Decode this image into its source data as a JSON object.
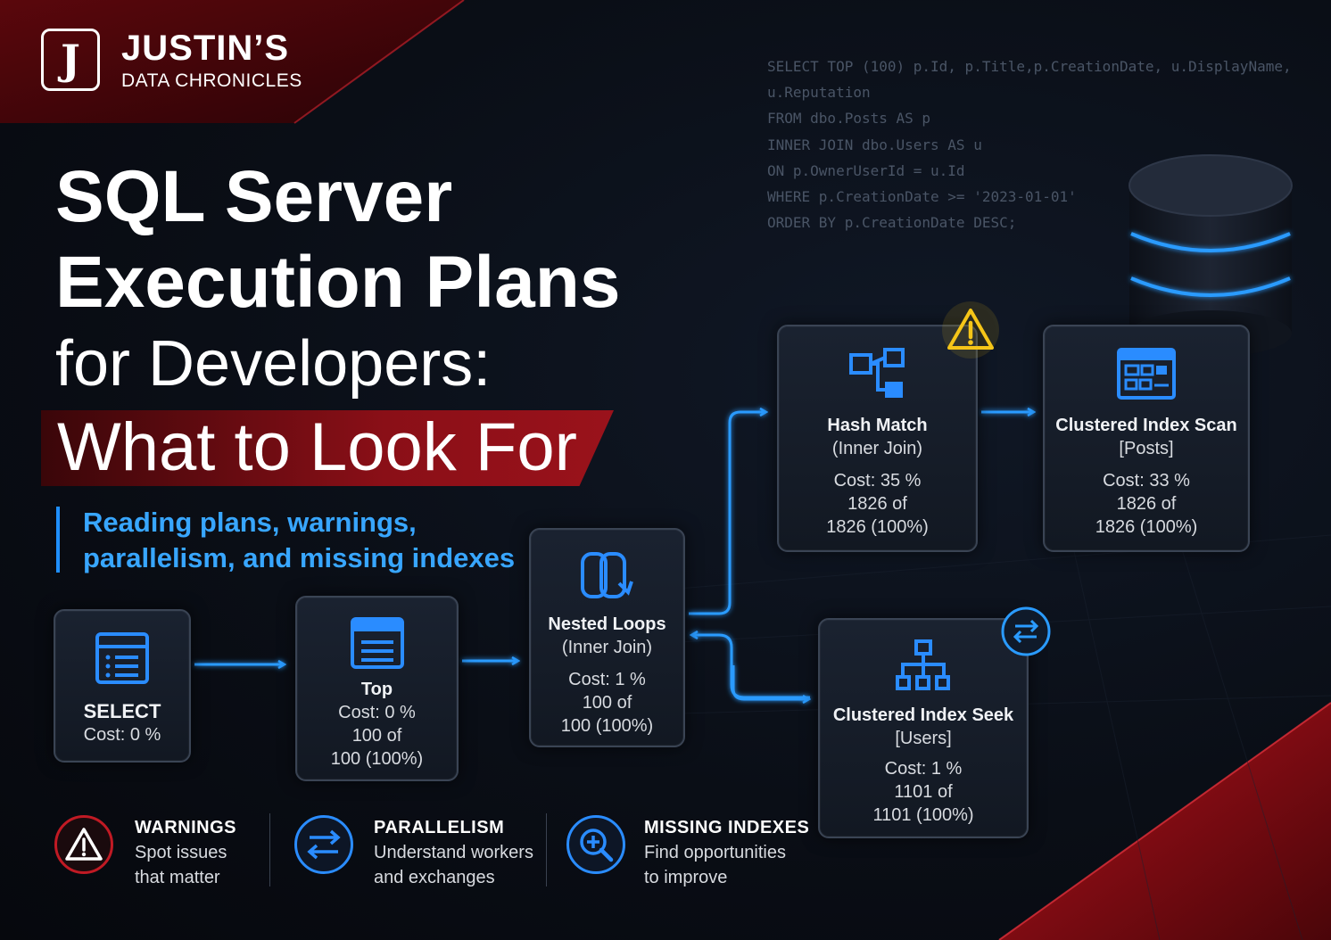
{
  "brand": {
    "mark": "J",
    "name": "JUSTIN’S",
    "subtitle": "DATA CHRONICLES"
  },
  "title": {
    "line1": "SQL Server",
    "line2": "Execution Plans",
    "line3": "for Developers:",
    "line4": "What to Look For"
  },
  "subtitle": {
    "line1": "Reading plans, warnings,",
    "line2": "parallelism, and missing indexes"
  },
  "sql": {
    "lines": [
      "SELECT TOP (100) p.Id, p.Title,p.CreationDate, u.DisplayName,",
      "u.Reputation",
      "FROM dbo.Posts AS p",
      "INNER JOIN dbo.Users AS u",
      "ON p.OwnerUserId = u.Id",
      "WHERE p.CreationDate >= '2023-01-01'",
      "ORDER BY p.CreationDate DESC;"
    ]
  },
  "nodes": {
    "select": {
      "name": "SELECT",
      "cost": "Cost: 0 %",
      "icon": "select-icon"
    },
    "top": {
      "name": "Top",
      "cost": "Cost: 0 %",
      "rows1": "100 of",
      "rows2": "100 (100%)",
      "icon": "top-icon"
    },
    "nested": {
      "name": "Nested Loops",
      "sub": "(Inner Join)",
      "cost": "Cost: 1 %",
      "rows1": "100 of",
      "rows2": "100 (100%)",
      "icon": "nested-loops-icon"
    },
    "hash": {
      "name": "Hash Match",
      "sub": "(Inner Join)",
      "cost": "Cost: 35 %",
      "rows1": "1826 of",
      "rows2": "1826 (100%)",
      "icon": "hash-match-icon",
      "badge": "warning-icon"
    },
    "scan": {
      "name": "Clustered Index Scan",
      "sub": "[Posts]",
      "cost": "Cost: 33 %",
      "rows1": "1826 of",
      "rows2": "1826 (100%)",
      "icon": "index-scan-icon"
    },
    "seek": {
      "name": "Clustered Index Seek",
      "sub": "[Users]",
      "cost": "Cost: 1 %",
      "rows1": "1101 of",
      "rows2": "1101 (100%)",
      "icon": "index-seek-icon",
      "badge": "parallelism-icon"
    }
  },
  "legend": [
    {
      "title": "WARNINGS",
      "desc1": "Spot issues",
      "desc2": "that matter",
      "icon": "warning-icon"
    },
    {
      "title": "PARALLELISM",
      "desc1": "Understand workers",
      "desc2": "and exchanges",
      "icon": "parallelism-icon"
    },
    {
      "title": "MISSING INDEXES",
      "desc1": "Find opportunities",
      "desc2": "to improve",
      "icon": "magnifier-plus-icon"
    }
  ],
  "colors": {
    "accent_red": "#8a0f17",
    "accent_blue": "#1f8fff",
    "warning_yellow": "#f5c518",
    "background": "#0a0e16"
  }
}
